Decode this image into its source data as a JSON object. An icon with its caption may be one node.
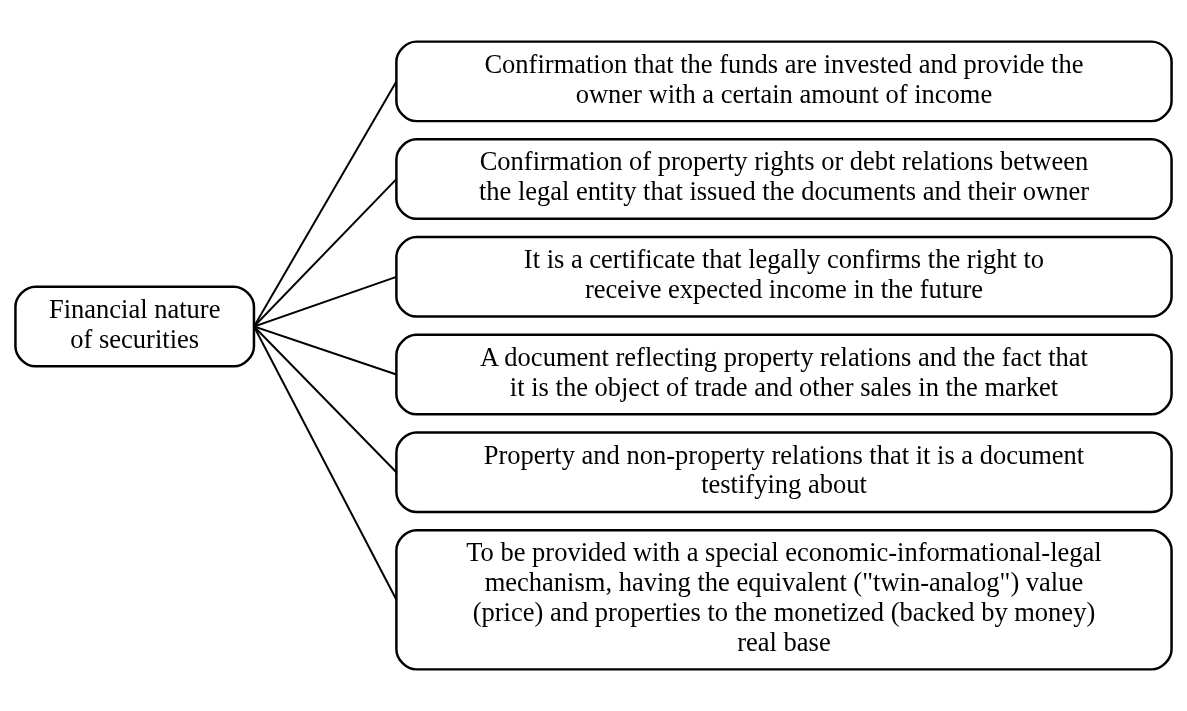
{
  "diagram": {
    "nodes": [
      {
        "text": [
          "Financial nature of securities"
        ]
      },
      {
        "text": [
          "Confirmation that the funds are invested and provide the owner with a certain amount of income"
        ]
      },
      {
        "text": [
          "Confirmation of property rights or debt relations between the legal entity that issued the documents and their owner"
        ]
      },
      {
        "text": [
          "It is a certificate that legally confirms the right to receive expected income in the future"
        ]
      },
      {
        "text": [
          "A document reflecting property relations and the fact that it is the object of trade and other sales in the market"
        ]
      },
      {
        "text": [
          "Property and non-property relations that it is a document testifying about"
        ]
      },
      {
        "text": [
          "To be provided with a special economic-informational-legal mechanism, having the equivalent (\"twin-analog\") value (price) and properties to the monetized (backed by money) real base"
        ]
      }
    ],
    "edges": [
      {
        "from": 0,
        "to": 1,
        "arrow": "none"
      },
      {
        "from": 0,
        "to": 2,
        "arrow": "none"
      },
      {
        "from": 0,
        "to": 3,
        "arrow": "none"
      },
      {
        "from": 0,
        "to": 4,
        "arrow": "none"
      },
      {
        "from": 0,
        "to": 5,
        "arrow": "none"
      },
      {
        "from": 0,
        "to": 6,
        "arrow": "none"
      }
    ]
  }
}
